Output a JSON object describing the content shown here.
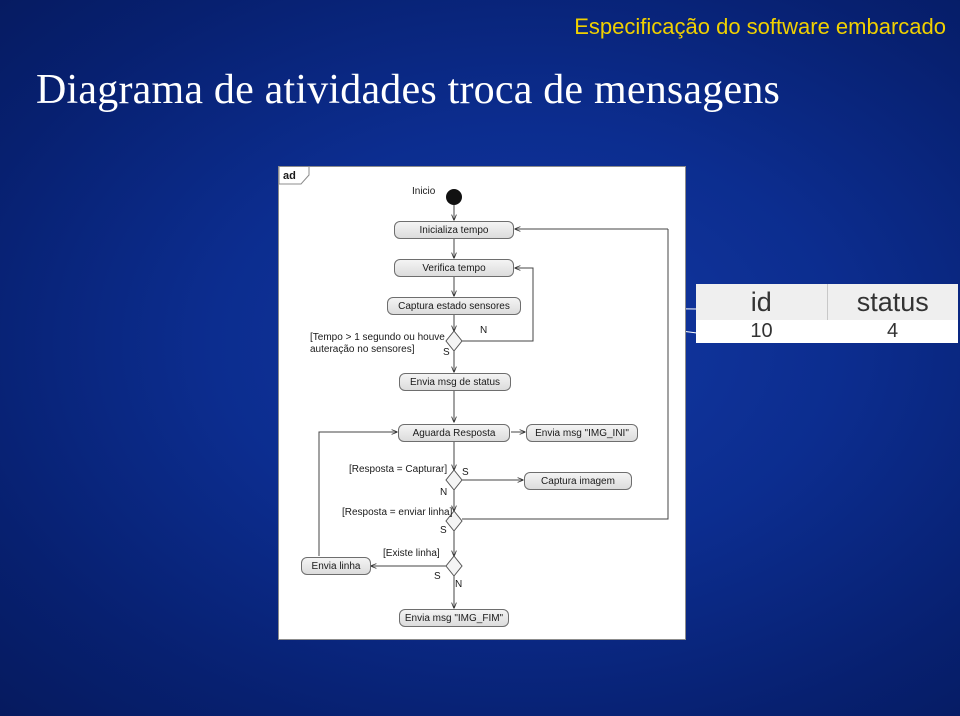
{
  "header": {
    "subtitle": "Especificação do software embarcado",
    "title": "Diagrama de atividades troca de mensagens"
  },
  "diagram": {
    "frame_tag": "ad",
    "start_label": "Inicio",
    "actions": {
      "inicializa_tempo": "Inicializa tempo",
      "verifica_tempo": "Verifica tempo",
      "captura_estado": "Captura estado sensores",
      "envia_status": "Envia msg de status",
      "aguarda_resposta": "Aguarda Resposta",
      "envia_img_ini": "Envia msg \"IMG_INI\"",
      "captura_imagem": "Captura imagem",
      "envia_linha": "Envia linha",
      "envia_img_fim": "Envia msg \"IMG_FIM\""
    },
    "guards": {
      "tempo_line1": "[Tempo > 1 segundo ou houve",
      "tempo_line2": "auteração no sensores]",
      "d1_s": "S",
      "d1_n": "N",
      "capturar": "[Resposta = Capturar]",
      "d2_s": "S",
      "d2_n": "N",
      "enviar_linha": "[Resposta = enviar linha]",
      "d3_s": "S",
      "existe_linha": "[Existe linha]",
      "d4_s": "S",
      "d4_n": "N"
    }
  },
  "status_table": {
    "headers": [
      "id",
      "status"
    ],
    "row": [
      "10",
      "4"
    ]
  },
  "colors": {
    "subtitle": "#f0d000",
    "title": "#ffffff",
    "background": "#0c2d8f"
  }
}
